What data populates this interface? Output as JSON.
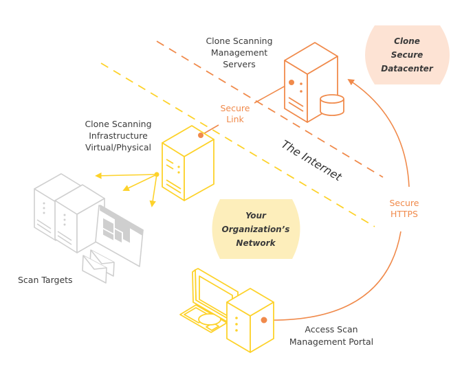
{
  "title": "Clone Scanning Network Architecture",
  "colors": {
    "orange": "#f08a4b",
    "yellow": "#fdd22a",
    "gray": "#cfcfcf",
    "datacenter_fill": "#fde3d4",
    "network_fill": "#fdeebb",
    "text": "#3a3a3a"
  },
  "nodes": {
    "management_servers": {
      "label": [
        "Clone Scanning",
        "Management",
        "Servers"
      ],
      "icon": "server-database-icon"
    },
    "infrastructure": {
      "label": [
        "Clone Scanning",
        "Infrastructure",
        "Virtual/Physical"
      ],
      "icon": "server-icon"
    },
    "scan_targets": {
      "label": "Scan Targets",
      "icon": "servers-browser-mail-icon"
    },
    "portal": {
      "label": [
        "Access Scan",
        "Management Portal"
      ],
      "icon": "desktop-computer-icon"
    }
  },
  "zones": {
    "datacenter": [
      "Clone",
      "Secure",
      "Datacenter"
    ],
    "organization": [
      "Your",
      "Organization’s",
      "Network"
    ],
    "internet": "The Internet"
  },
  "links": {
    "secure_link": [
      "Secure",
      "Link"
    ],
    "secure_https": [
      "Secure",
      "HTTPS"
    ]
  }
}
